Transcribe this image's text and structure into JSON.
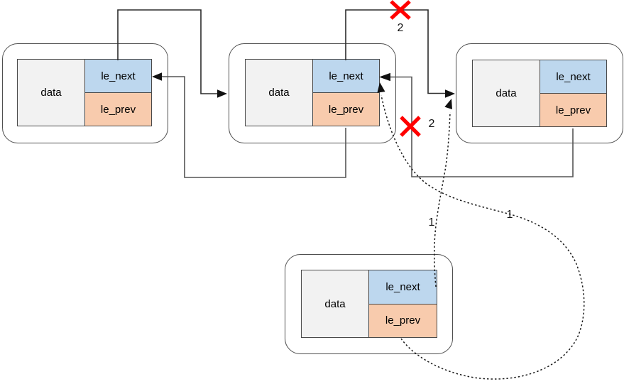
{
  "diagram_type": "doubly-linked-list-insertion",
  "nodes": [
    {
      "id": "node-1",
      "data_label": "data",
      "next_label": "le_next",
      "prev_label": "le_prev"
    },
    {
      "id": "node-2",
      "data_label": "data",
      "next_label": "le_next",
      "prev_label": "le_prev"
    },
    {
      "id": "node-3",
      "data_label": "data",
      "next_label": "le_next",
      "prev_label": "le_prev"
    },
    {
      "id": "new-node",
      "data_label": "data",
      "next_label": "le_next",
      "prev_label": "le_prev"
    }
  ],
  "links": [
    {
      "from": "node-1.le_next",
      "to": "node-2",
      "style": "solid",
      "status": "kept"
    },
    {
      "from": "node-2.le_prev",
      "to": "node-1",
      "style": "solid",
      "status": "kept"
    },
    {
      "from": "node-2.le_next",
      "to": "node-3",
      "style": "solid",
      "status": "removed",
      "step": "2"
    },
    {
      "from": "node-3.le_prev",
      "to": "node-2",
      "style": "solid",
      "status": "removed",
      "step": "2"
    },
    {
      "from": "new-node.le_next",
      "to": "node-3",
      "style": "dotted",
      "status": "added",
      "step": "1"
    },
    {
      "from": "new-node.le_prev",
      "to": "node-2",
      "style": "dotted",
      "status": "added",
      "step": "1"
    }
  ],
  "step_labels": [
    {
      "text": "2"
    },
    {
      "text": "2"
    },
    {
      "text": "1"
    },
    {
      "text": "1"
    }
  ],
  "colors": {
    "next_cell_fill": "#bdd7ee",
    "prev_cell_fill": "#f8cbad",
    "data_cell_fill": "#f2f2f2",
    "border": "#4a4a4a",
    "line": "#333333",
    "cross": "#ff0000",
    "text": "#000000"
  }
}
